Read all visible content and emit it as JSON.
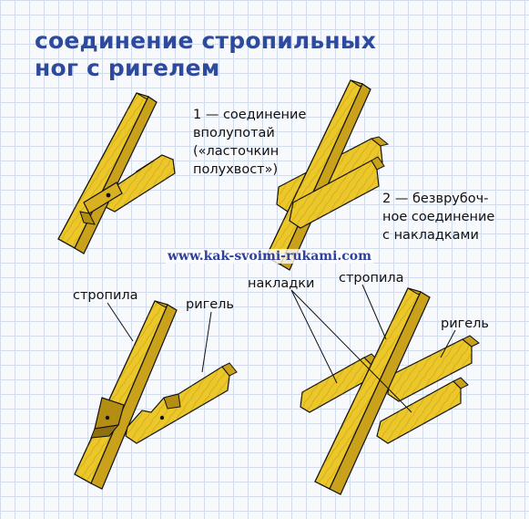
{
  "title": {
    "line1": "соединение стропильных",
    "line2": "ног с ригелем"
  },
  "method1": {
    "lines": [
      "1 — соединение",
      "вполупотай",
      "(«ласточкин",
      "полухвост»)"
    ]
  },
  "method2": {
    "lines": [
      "2 — безврубоч-",
      "ное соединение",
      "с накладками"
    ]
  },
  "watermark": "www.kak-svoimi-rukami.com",
  "labels": {
    "rafter_left": "стропила",
    "crossbar_left": "ригель",
    "overlays": "накладки",
    "rafter_right": "стропила",
    "crossbar_right": "ригель"
  },
  "colors": {
    "title": "#2d4a9c",
    "wood_face": "#ecc72a",
    "wood_side": "#c9a11a",
    "wood_outline": "#111111",
    "grid": "#d3ddea"
  }
}
